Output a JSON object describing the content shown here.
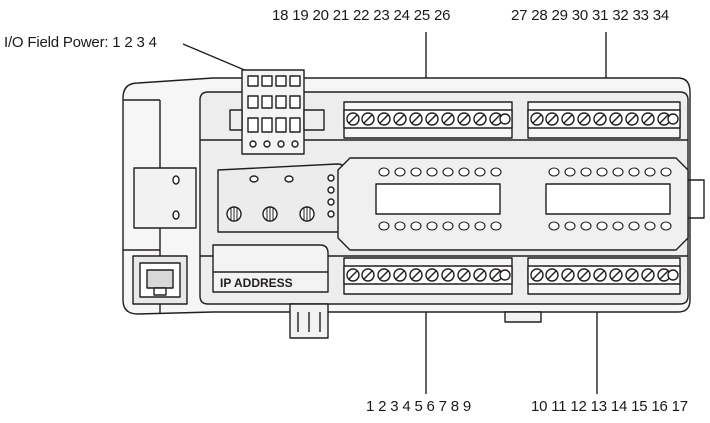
{
  "labels": {
    "field_power": "I/O Field Power: 1 2 3 4",
    "top_left_terminals": "18 19 20 21 22 23 24 25 26",
    "top_right_terminals": "27 28 29 30 31 32 33 34",
    "bottom_left_terminals": "1 2 3 4 5 6 7 8 9",
    "bottom_right_terminals": "10 11 12 13 14 15 16 17"
  },
  "module": {
    "ip_address_label": "IP  ADDRESS"
  },
  "colors": {
    "line": "#231f20",
    "body_fill": "#f6f6f6",
    "panel_fill": "#ebebeb",
    "dark_panel": "#dcdcdc"
  }
}
